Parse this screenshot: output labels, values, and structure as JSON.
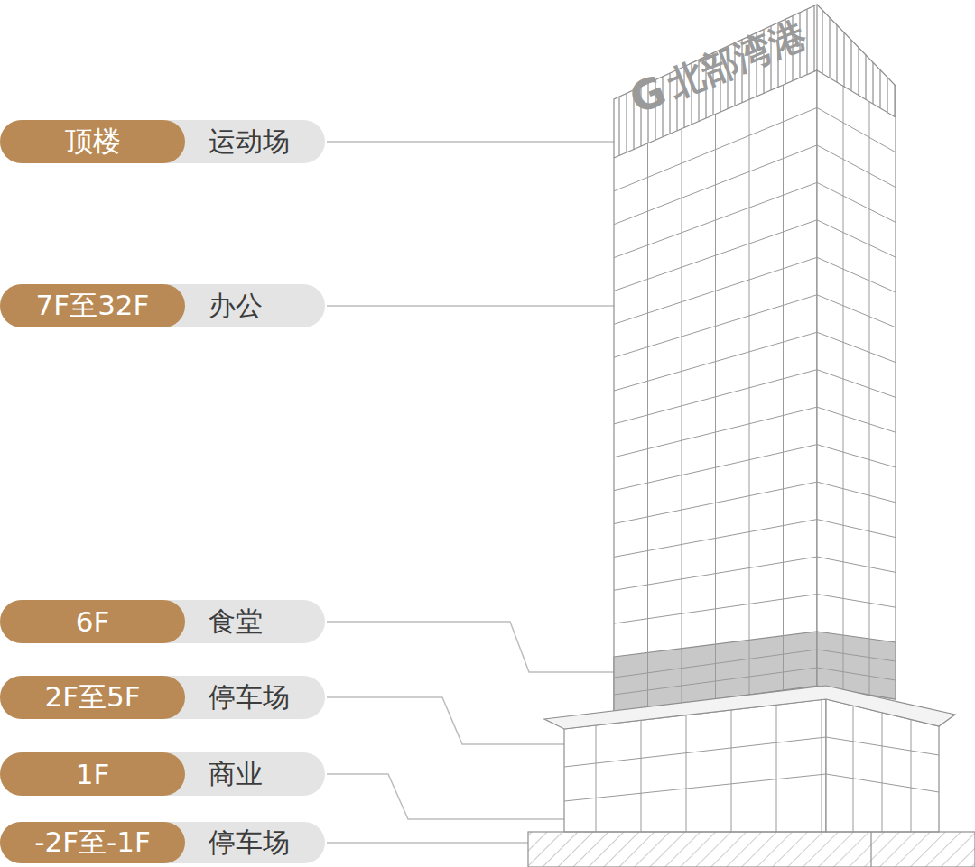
{
  "diagram": {
    "nodes": [
      {
        "text": [
          "顶楼",
          "运动场"
        ]
      },
      {
        "text": [
          "7F至32F",
          "办公"
        ]
      },
      {
        "text": [
          "6F",
          "食堂"
        ]
      },
      {
        "text": [
          "2F至5F",
          "停车场"
        ]
      },
      {
        "text": [
          "1F",
          "商业"
        ]
      },
      {
        "text": [
          "-2F至-1F",
          "停车场"
        ]
      }
    ],
    "labels": [
      "G",
      "北部湾港"
    ]
  }
}
